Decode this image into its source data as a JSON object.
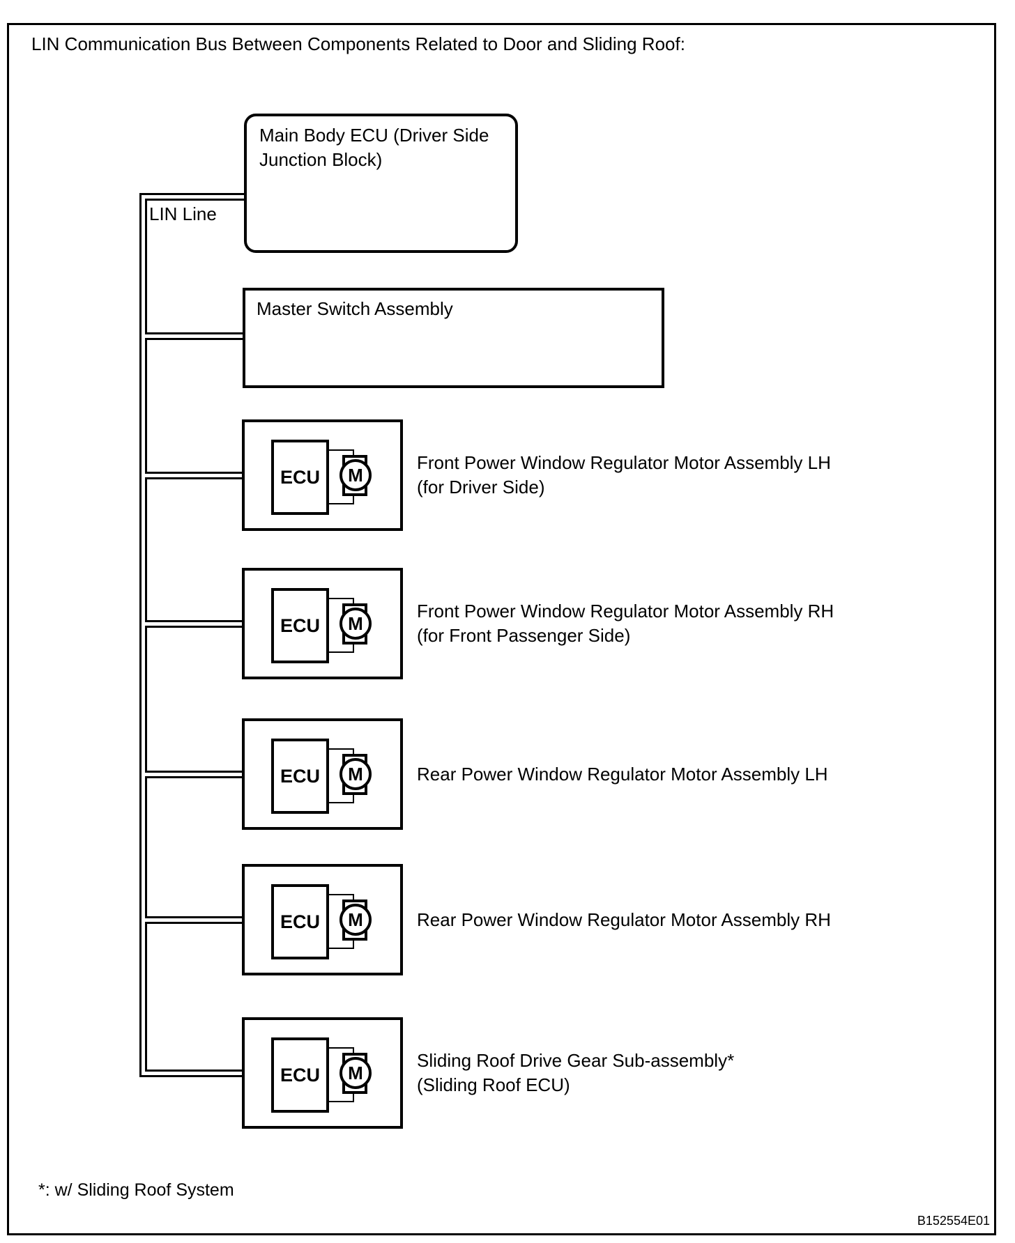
{
  "colors": {
    "ink": "#000000",
    "paper": "#ffffff"
  },
  "diagram": {
    "title": "LIN Communication Bus Between Components Related to Door and Sliding Roof:",
    "bus_label": "LIN Line",
    "main_body_ecu_label": "Main Body ECU (Driver Side Junction Block)",
    "master_switch_label": "Master Switch Assembly",
    "components": [
      {
        "ecu_label": "ECU",
        "motor_label": "M",
        "line1": "Front Power Window Regulator Motor Assembly LH",
        "line2": "(for Driver Side)"
      },
      {
        "ecu_label": "ECU",
        "motor_label": "M",
        "line1": "Front Power Window Regulator Motor Assembly RH",
        "line2": "(for Front Passenger Side)"
      },
      {
        "ecu_label": "ECU",
        "motor_label": "M",
        "line1": "Rear Power Window Regulator Motor Assembly LH",
        "line2": ""
      },
      {
        "ecu_label": "ECU",
        "motor_label": "M",
        "line1": "Rear Power Window Regulator Motor Assembly RH",
        "line2": ""
      },
      {
        "ecu_label": "ECU",
        "motor_label": "M",
        "line1": "Sliding Roof Drive Gear Sub-assembly*",
        "line2": "(Sliding Roof ECU)"
      }
    ],
    "footnote": "*: w/ Sliding Roof System",
    "figure_code": "B152554E01"
  }
}
